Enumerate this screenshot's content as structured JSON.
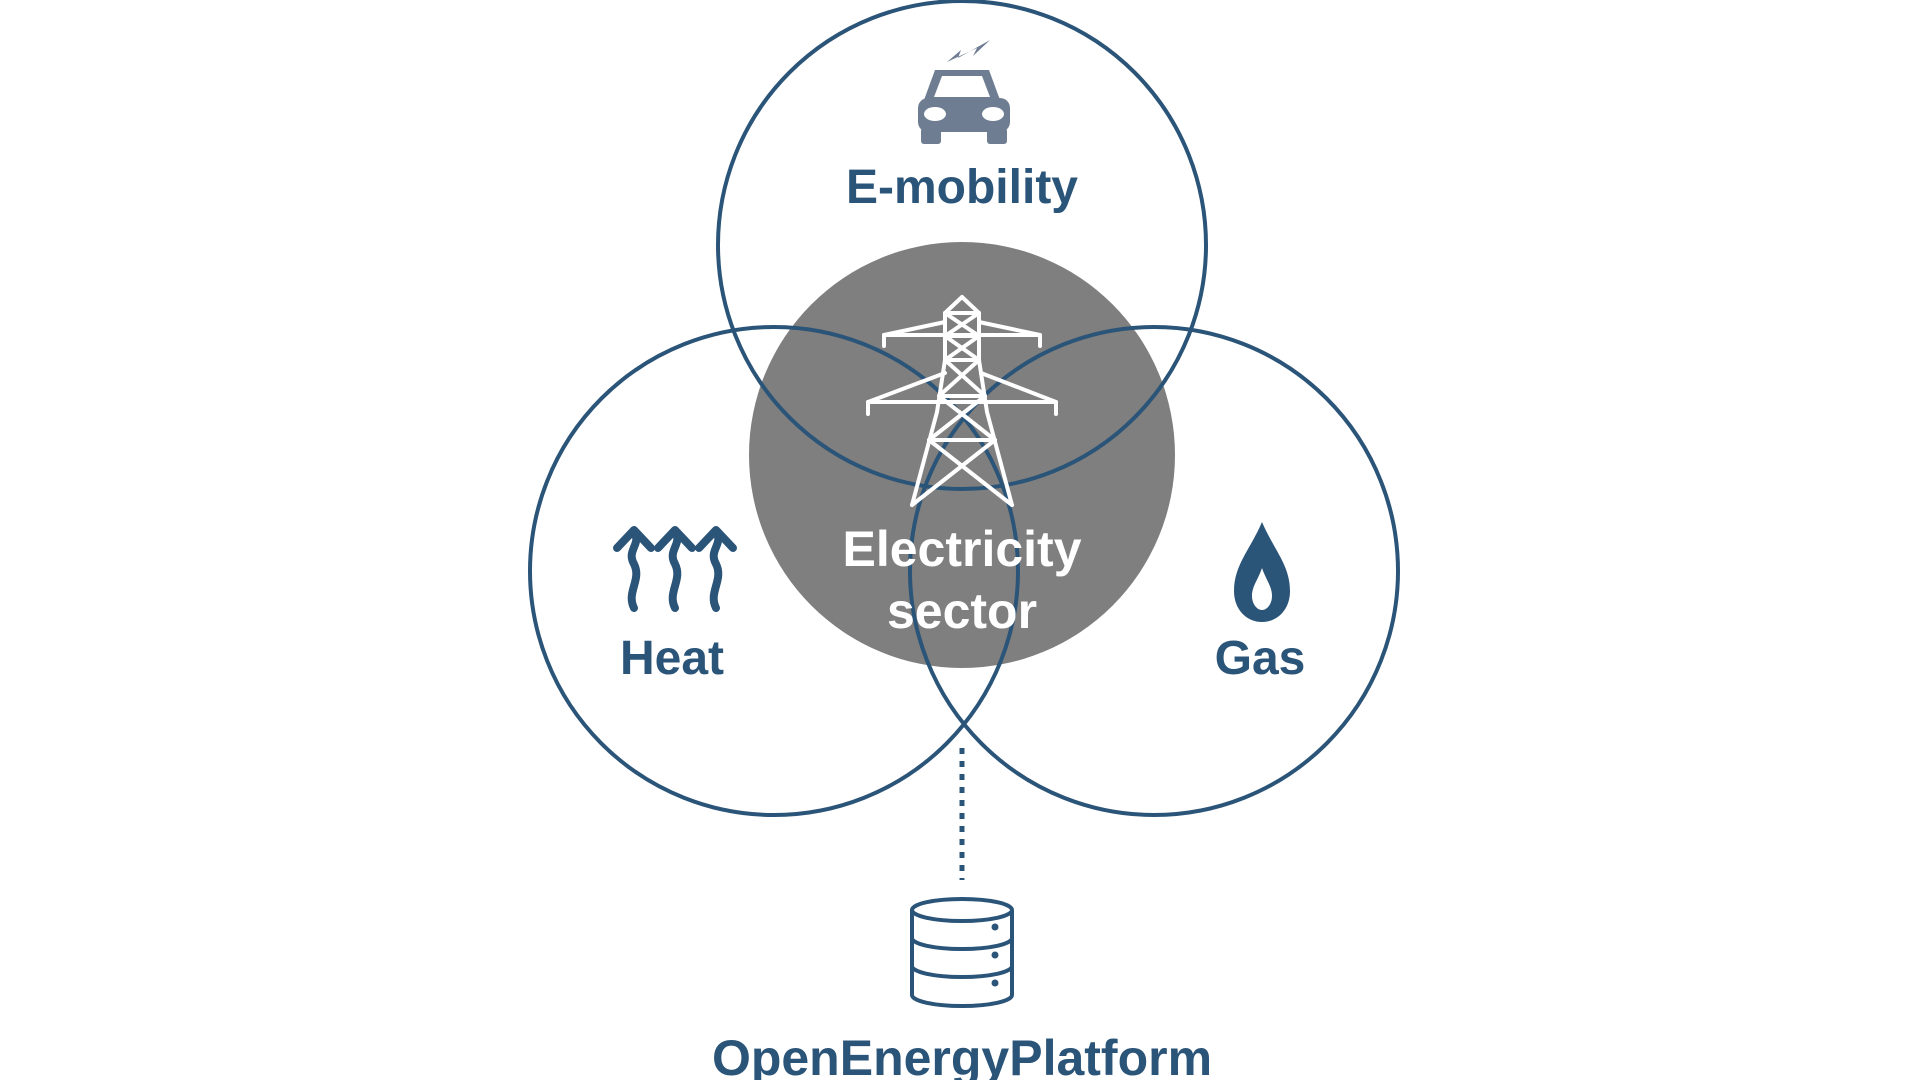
{
  "colors": {
    "navy": "#2b5479",
    "icon_gray": "#6f7d93",
    "core_gray": "#7f7f7f",
    "white": "#ffffff"
  },
  "labels": {
    "emobility": "E-mobility",
    "electricity_line1": "Electricity",
    "electricity_line2": "sector",
    "heat": "Heat",
    "gas": "Gas",
    "platform": "OpenEnergyPlatform"
  },
  "icons": {
    "emobility": "electric-car-icon",
    "electricity": "power-tower-icon",
    "heat": "heat-arrows-icon",
    "gas": "gas-drop-icon",
    "platform": "database-icon"
  }
}
